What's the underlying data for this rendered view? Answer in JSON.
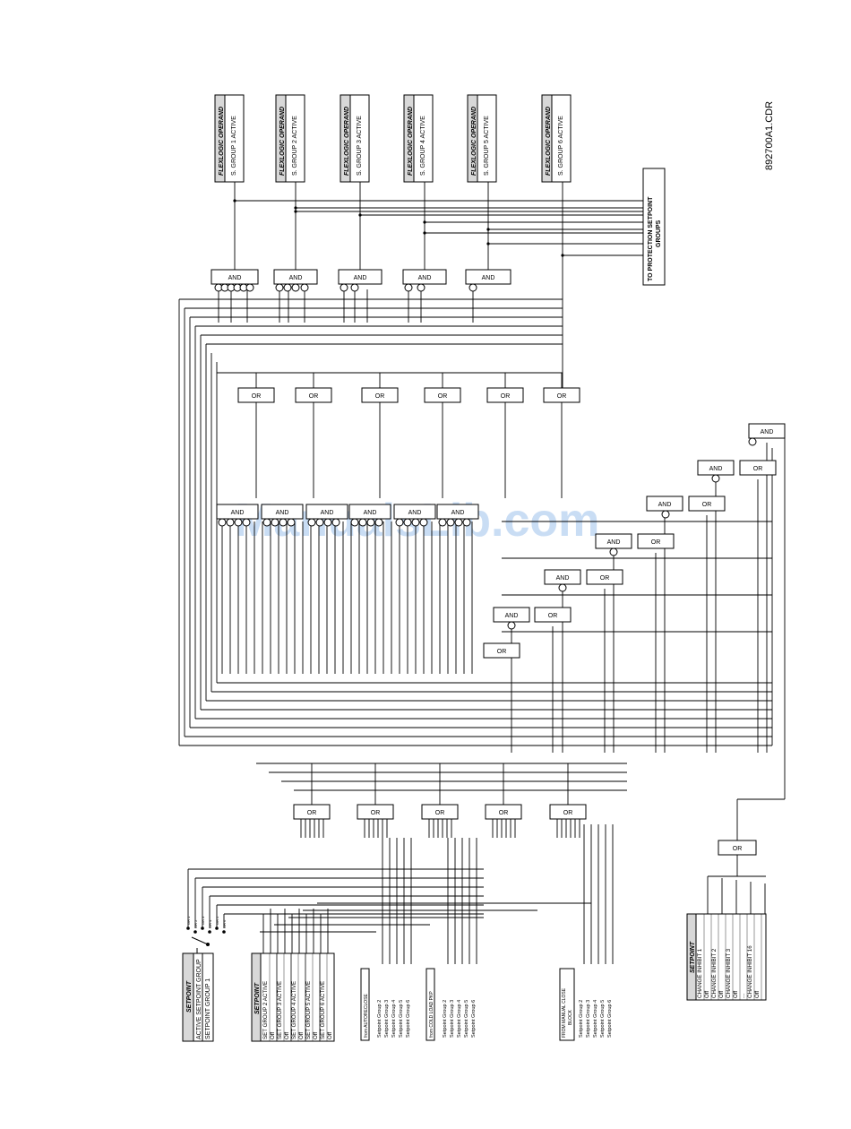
{
  "drawing_code": "892700A1.CDR",
  "watermark": "ManualsLib.com",
  "operands": [
    {
      "header": "FLEXLOGIC OPERAND",
      "value": "S. GROUP 1 ACTIVE"
    },
    {
      "header": "FLEXLOGIC OPERAND",
      "value": "S. GROUP 2 ACTIVE"
    },
    {
      "header": "FLEXLOGIC OPERAND",
      "value": "S. GROUP 3 ACTIVE"
    },
    {
      "header": "FLEXLOGIC OPERAND",
      "value": "S. GROUP 4 ACTIVE"
    },
    {
      "header": "FLEXLOGIC OPERAND",
      "value": "S. GROUP 5 ACTIVE"
    },
    {
      "header": "FLEXLOGIC OPERAND",
      "value": "S. GROUP 6 ACTIVE"
    }
  ],
  "protection_box": {
    "line1": "TO PROTECTION SETPOINT",
    "line2": "GROUPS"
  },
  "gate_labels": {
    "and": "AND",
    "or": "OR"
  },
  "left_setpoint": {
    "header": "SETPOINT",
    "title": "ACTIVE SETPOINT GROUP",
    "value": "SETPOINT GROUP 1"
  },
  "switch_labels": [
    "GR 1",
    "GR 2",
    "GR 3",
    "GR 4",
    "GR 5",
    "GR 6"
  ],
  "mid_setpoint": {
    "header": "SETPOINT",
    "rows": [
      "SET GROUP 2 ACTIVE",
      "Off",
      "SET GROUP 3 ACTIVE",
      "Off",
      "SET GROUP 4 ACTIVE",
      "Off",
      "SET GROUP 5 ACTIVE",
      "Off",
      "SET GROUP 6 ACTIVE",
      "Off"
    ]
  },
  "autoreclose": {
    "box": "from AUTORECLOSE",
    "items": [
      "Setpoint Group 2",
      "Setpoint Group 3",
      "Setpoint Group 4",
      "Setpoint Group 5",
      "Setpoint Group 6"
    ]
  },
  "cold_load": {
    "box": "from COLD LOAD PKP",
    "items": [
      "Setpoint Group 2",
      "Setpoint Group 3",
      "Setpoint Group 4",
      "Setpoint Group 5",
      "Setpoint Group 6"
    ]
  },
  "manual_close": {
    "box_line1": "FROM MANUAL CLOSE",
    "box_line2": "BLOCK",
    "items": [
      "Setpoint Group 2",
      "Setpoint Group 3",
      "Setpoint Group 4",
      "Setpoint Group 5",
      "Setpoint Group 6"
    ]
  },
  "right_setpoint": {
    "header": "SETPOINT",
    "rows": [
      "CHANGE INHIBIT 1",
      "Off",
      "CHANGE INHIBIT 2",
      "Off",
      "CHANGE INHIBIT 3",
      "Off",
      "...",
      "CHANGE INHIBIT 16",
      "Off"
    ]
  }
}
